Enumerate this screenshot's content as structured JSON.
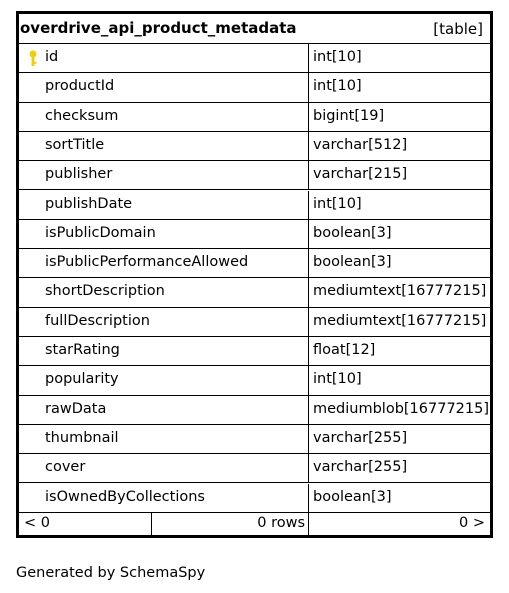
{
  "table": {
    "name": "overdrive_api_product_metadata",
    "kind": "[table]",
    "columns": [
      {
        "name": "id",
        "type": "int[10]",
        "primary_key": true
      },
      {
        "name": "productId",
        "type": "int[10]",
        "primary_key": false
      },
      {
        "name": "checksum",
        "type": "bigint[19]",
        "primary_key": false
      },
      {
        "name": "sortTitle",
        "type": "varchar[512]",
        "primary_key": false
      },
      {
        "name": "publisher",
        "type": "varchar[215]",
        "primary_key": false
      },
      {
        "name": "publishDate",
        "type": "int[10]",
        "primary_key": false
      },
      {
        "name": "isPublicDomain",
        "type": "boolean[3]",
        "primary_key": false
      },
      {
        "name": "isPublicPerformanceAllowed",
        "type": "boolean[3]",
        "primary_key": false
      },
      {
        "name": "shortDescription",
        "type": "mediumtext[16777215]",
        "primary_key": false
      },
      {
        "name": "fullDescription",
        "type": "mediumtext[16777215]",
        "primary_key": false
      },
      {
        "name": "starRating",
        "type": "float[12]",
        "primary_key": false
      },
      {
        "name": "popularity",
        "type": "int[10]",
        "primary_key": false
      },
      {
        "name": "rawData",
        "type": "mediumblob[16777215]",
        "primary_key": false
      },
      {
        "name": "thumbnail",
        "type": "varchar[255]",
        "primary_key": false
      },
      {
        "name": "cover",
        "type": "varchar[255]",
        "primary_key": false
      },
      {
        "name": "isOwnedByCollections",
        "type": "boolean[3]",
        "primary_key": false
      }
    ],
    "footer": {
      "parents": "< 0",
      "rows": "0 rows",
      "children": "0 >"
    }
  },
  "icons": {
    "primary_key": "key-icon"
  },
  "colors": {
    "key_icon": "#f0d000",
    "border": "#000000",
    "background": "#ffffff"
  },
  "generated_by": "Generated by SchemaSpy"
}
